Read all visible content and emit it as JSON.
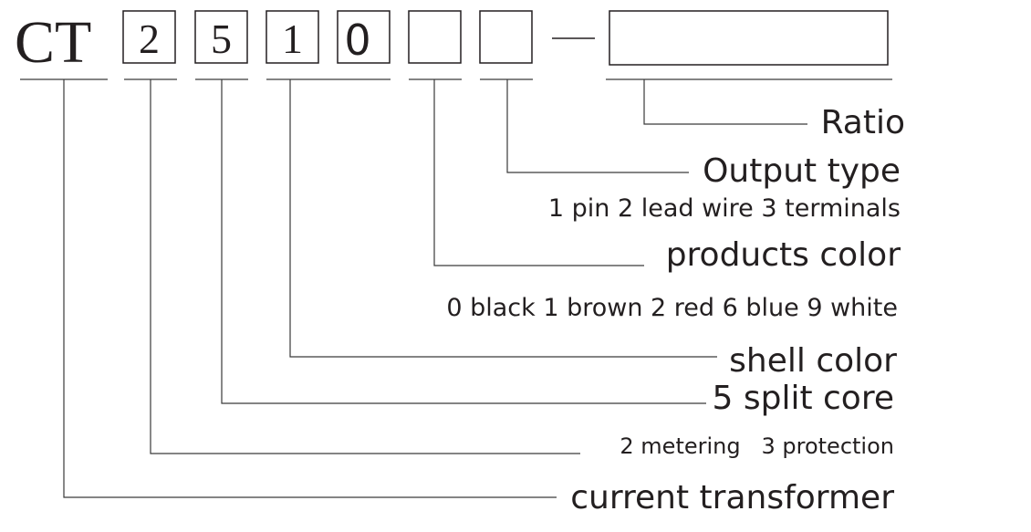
{
  "model": {
    "prefix": "CT",
    "boxes": [
      "2",
      "5",
      "1",
      "0",
      "",
      ""
    ],
    "dash": "—",
    "ratio_box": ""
  },
  "labels": {
    "ratio": "Ratio",
    "output_type": "Output type",
    "output_type_options": "1 pin 2 lead wire 3 terminals",
    "products_color": "products color",
    "products_color_options": "0 black 1 brown 2 red 6 blue 9 white",
    "shell_color": "shell color",
    "split_core": "5 split core",
    "usage_options": "2 metering   3 protection",
    "current_transformer": "current transformer"
  },
  "colors": {
    "ink": "#231f20",
    "line": "#3a3a3a"
  }
}
